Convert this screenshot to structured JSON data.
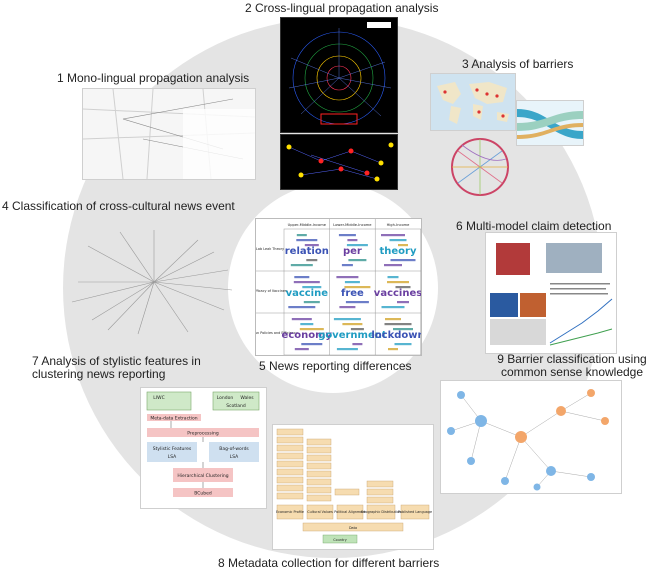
{
  "ring_colors": {
    "outer": "#e4e4e4",
    "inner": "#ffffff"
  },
  "items": [
    {
      "id": "cross_lingual",
      "label": "2 Cross-lingual propagation analysis"
    },
    {
      "id": "mono_lingual",
      "label": "1 Mono-lingual propagation analysis"
    },
    {
      "id": "barriers",
      "label": "3 Analysis of barriers"
    },
    {
      "id": "classification",
      "label": "4 Classification of cross-cultural news event"
    },
    {
      "id": "multi_model",
      "label": "6 Multi-model claim detection"
    },
    {
      "id": "news_diff",
      "label": "5 News reporting differences"
    },
    {
      "id": "stylistic",
      "label": "7 Analysis of stylistic features in clustering news reporting"
    },
    {
      "id": "barrier_class",
      "label": "9 Barrier classification using common sense knowledge"
    },
    {
      "id": "metadata",
      "label": "8 Metadata collection for different barriers"
    }
  ],
  "center_table": {
    "columns": [
      "Upper-Middle-Income",
      "Lower-Middle-Income",
      "High-Income"
    ],
    "rows": [
      "Lab Leak Theory",
      "Efficacy of Vaccines",
      "Lockdown Policies and Efficiency"
    ],
    "words": [
      [
        "relation",
        "per",
        "theory"
      ],
      [
        "vaccine",
        "free",
        "vaccines"
      ],
      [
        "economy",
        "government",
        "lockdown"
      ]
    ]
  },
  "flowchart": {
    "boxes": [
      "LIWC",
      "London",
      "Wales",
      "Scotland",
      "Meta-data Extraction",
      "Preprocessing",
      "Stylistic Features",
      "Bag-of-words",
      "LSA",
      "LSA",
      "Hierarchical Clustering",
      "BCubed"
    ]
  },
  "metadata_boxes": [
    "Economic Profile",
    "Cultural Values",
    "Political Alignment",
    "Geographic Distribution",
    "Published Language",
    "Data",
    "Country"
  ]
}
